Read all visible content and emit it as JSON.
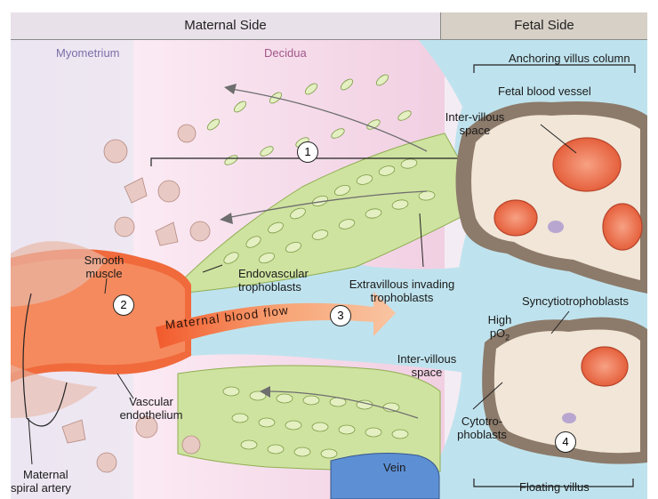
{
  "headers": {
    "maternal": "Maternal Side",
    "fetal": "Fetal Side"
  },
  "regions": {
    "myometrium": "Myometrium",
    "decidua": "Decidua"
  },
  "labels": {
    "anchoring_villus_column": "Anchoring villus column",
    "fetal_blood_vessel": "Fetal blood vessel",
    "intervillous_top_1": "Inter-villous",
    "intervillous_top_2": "space",
    "smooth_muscle_1": "Smooth",
    "smooth_muscle_2": "muscle",
    "endovascular_1": "Endovascular",
    "endovascular_2": "trophoblasts",
    "extravillous_1": "Extravillous invading",
    "extravillous_2": "trophoblasts",
    "maternal_blood_flow": "Maternal blood flow",
    "syncytiotrophoblasts": "Syncytiotrophoblasts",
    "high_po2_1": "High",
    "high_po2_2": "pO",
    "high_po2_sub": "2",
    "intervillous_mid_1": "Inter-villous",
    "intervillous_mid_2": "space",
    "vascular_endothelium_1": "Vascular",
    "vascular_endothelium_2": "endothelium",
    "cytotrophoblasts_1": "Cytotro-",
    "cytotrophoblasts_2": "phoblasts",
    "vein": "Vein",
    "maternal_spiral_artery_1": "Maternal",
    "maternal_spiral_artery_2": "spiral artery",
    "floating_villus": "Floating villus"
  },
  "numbers": {
    "n1": "1",
    "n2": "2",
    "n3": "3",
    "n4": "4"
  },
  "colors": {
    "amniotic_blue": "#bfe3ee",
    "decidua_pink": "#f3d4e6",
    "myometrium_lavender": "#ece6f2",
    "trophoblast_green": "#d3e6a6",
    "artery_orange": "#f06a3c",
    "villus_tan": "#8c7a6a",
    "vein_blue": "#5d8fd4"
  }
}
